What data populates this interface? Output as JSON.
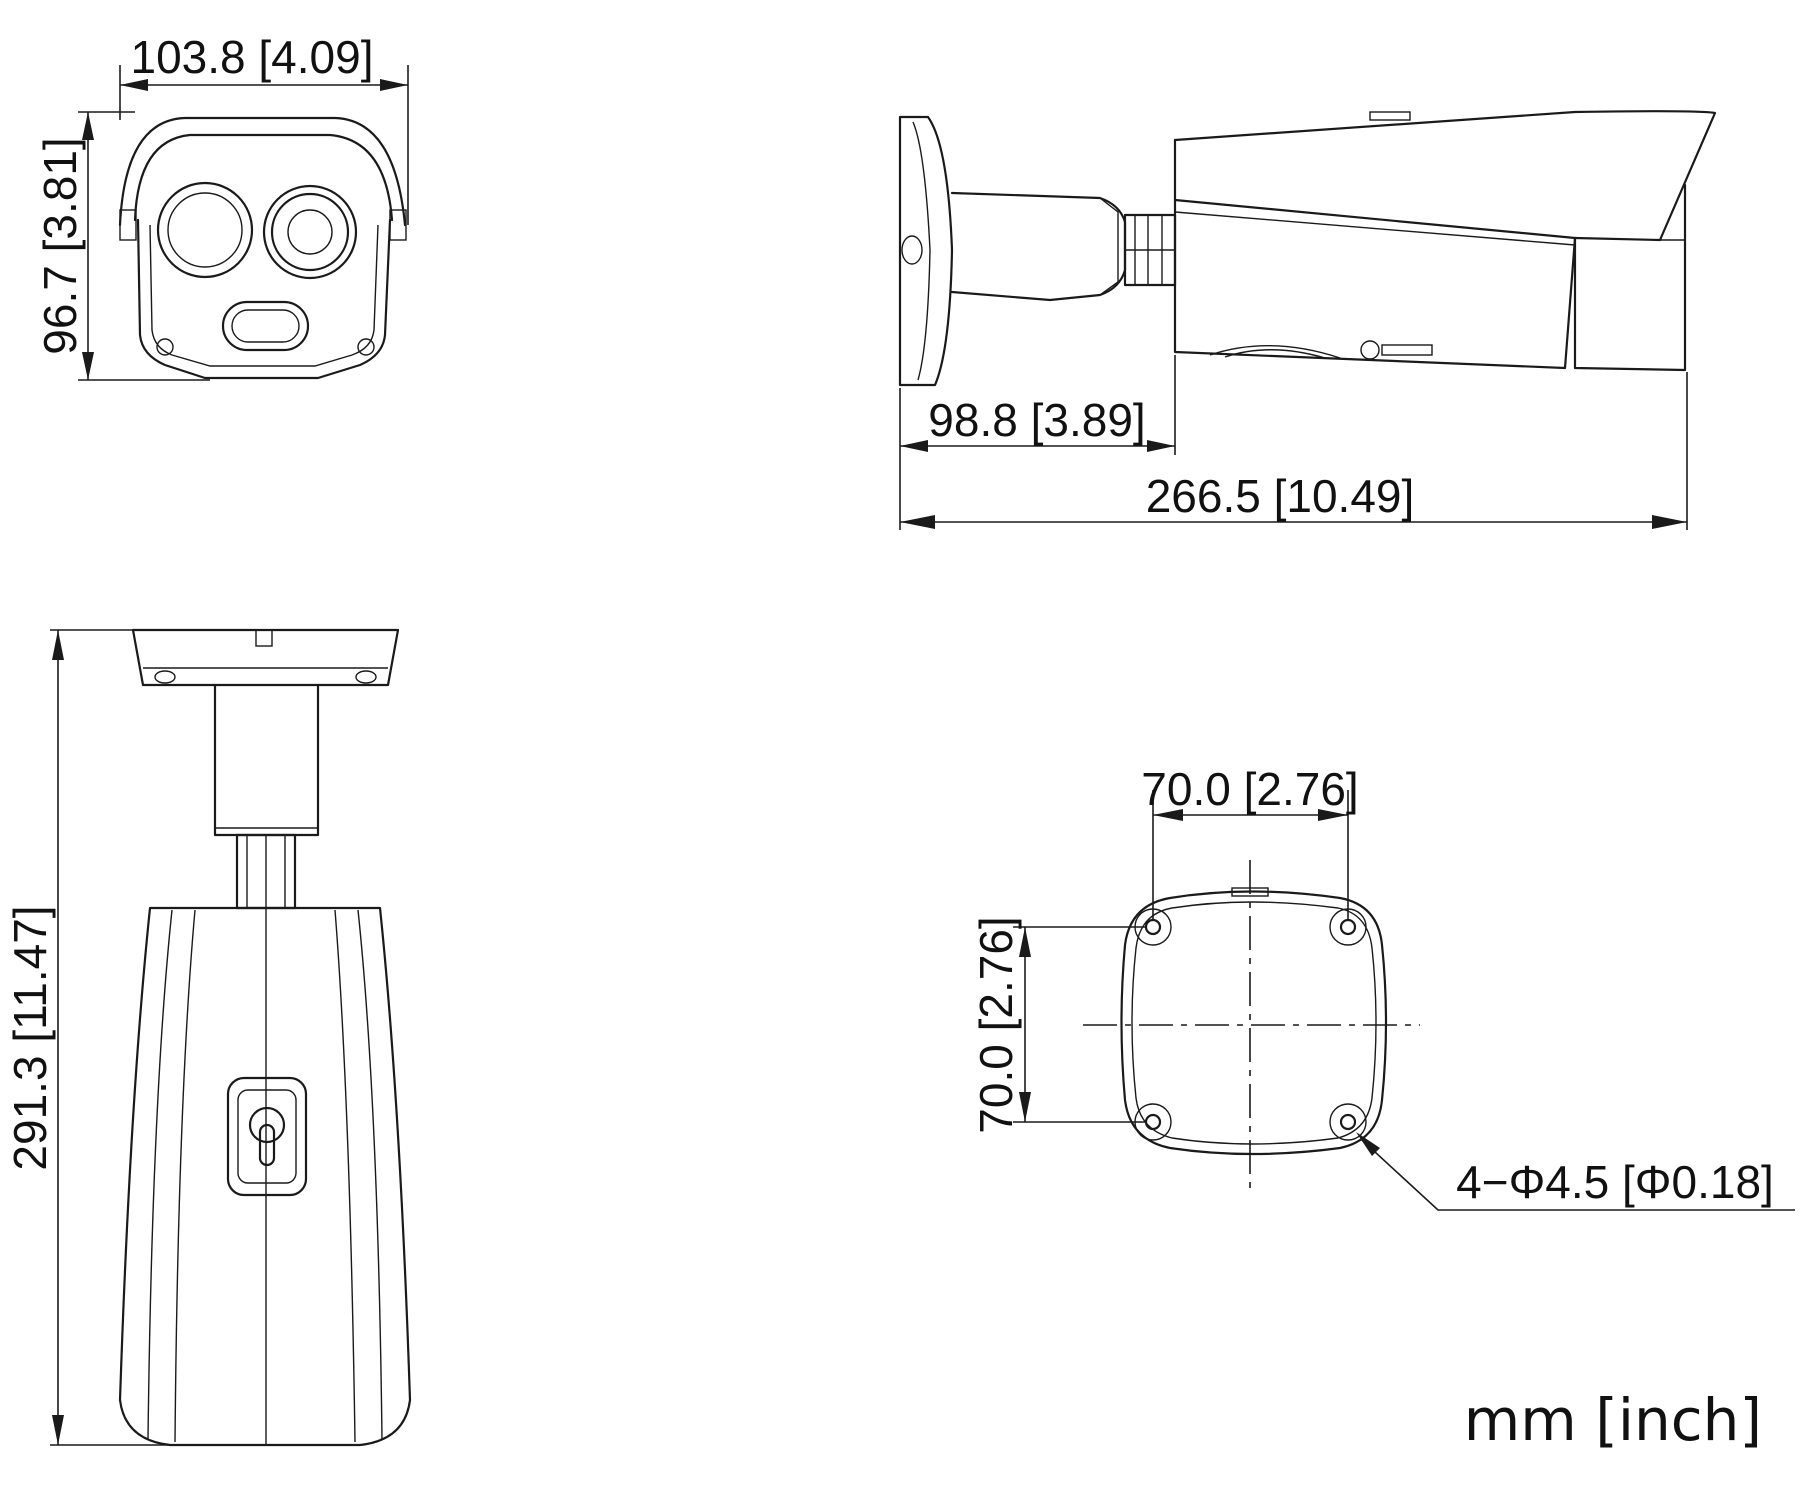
{
  "colors": {
    "line": "#1a1a1a",
    "background": "#ffffff"
  },
  "front_view": {
    "width_label": "103.8  [4.09]",
    "height_label": "96.7  [3.81]"
  },
  "side_view": {
    "mount_label": "98.8  [3.89]",
    "length_label": "266.5  [10.49]"
  },
  "top_view": {
    "length_label": "291.3  [11.47]"
  },
  "mount_base": {
    "width_label": "70.0  [2.76]",
    "height_label": "70.0  [2.76]",
    "hole_label": "4−Φ4.5  [Φ0.18]"
  },
  "units_label": "mm [inch]"
}
